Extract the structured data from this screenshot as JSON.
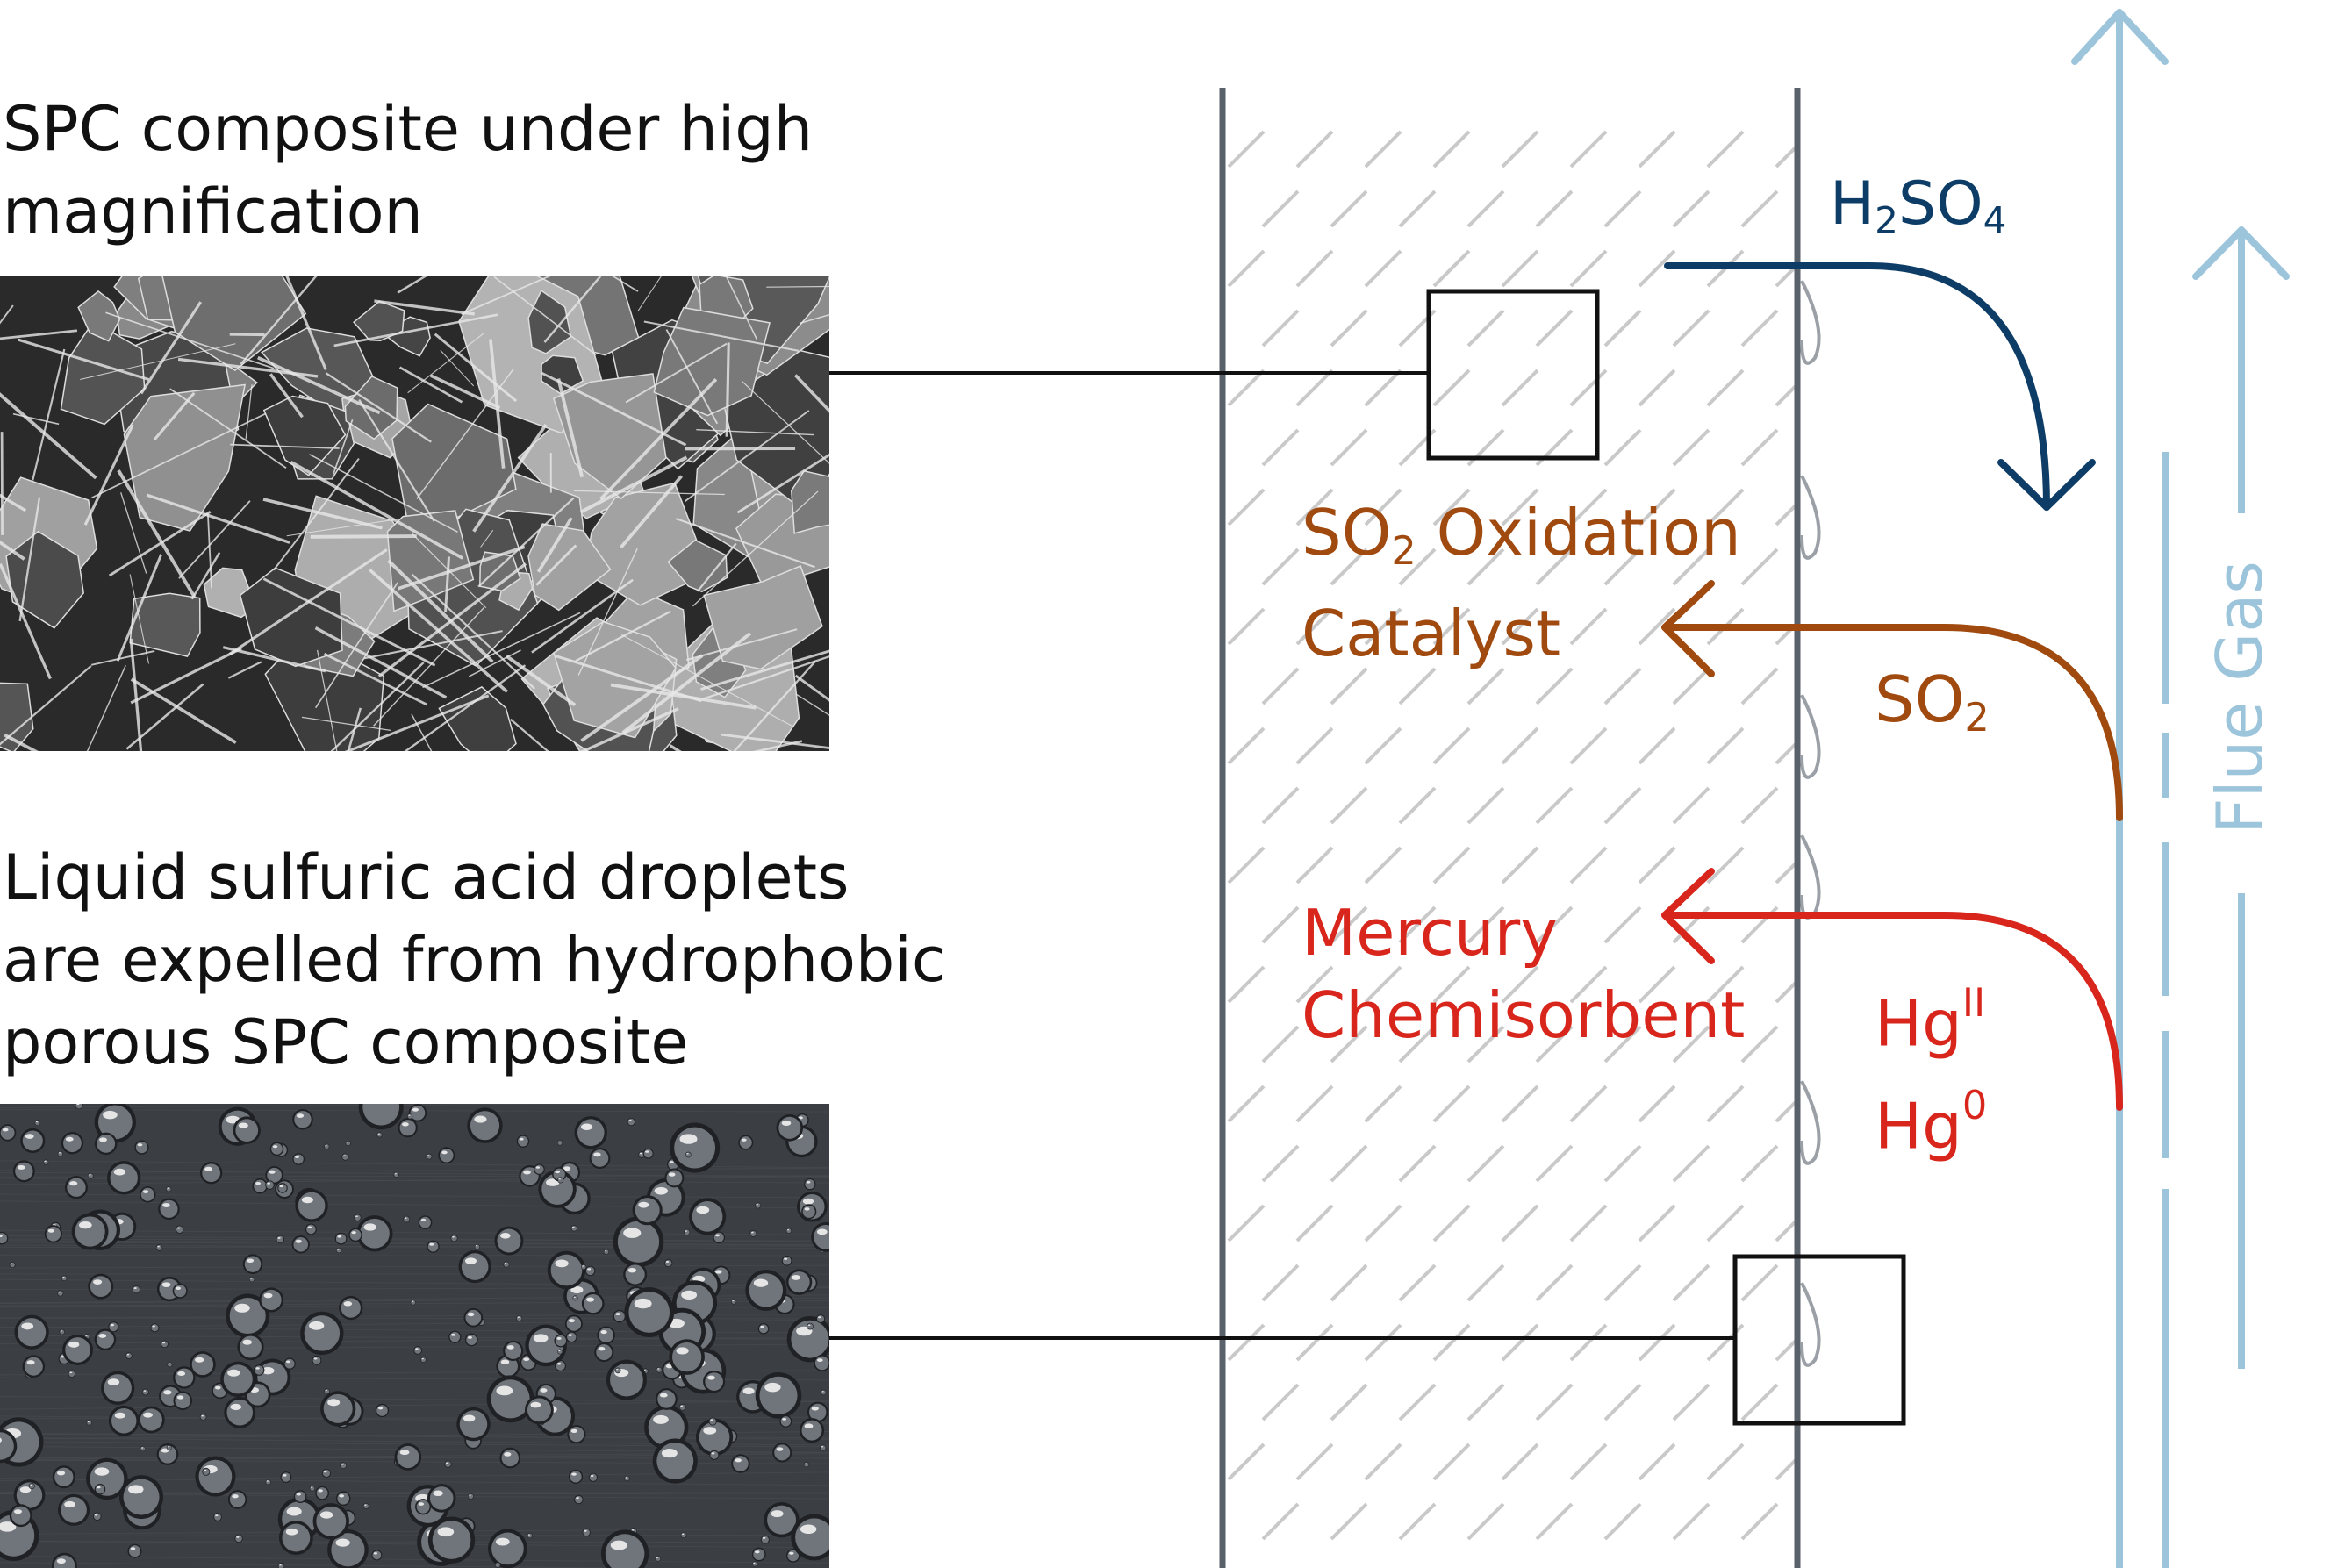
{
  "panels": {
    "top": {
      "caption_line1": "SPC composite under high",
      "caption_line2": "magnification"
    },
    "bottom": {
      "caption_line1": "Liquid sulfuric acid droplets",
      "caption_line2": "are expelled from hydrophobic",
      "caption_line3": "porous SPC composite"
    }
  },
  "labels": {
    "h2so4": {
      "a": "H",
      "b": "2",
      "c": "SO",
      "d": "4"
    },
    "so2_catalyst": {
      "a": "SO",
      "b": "2",
      "c": " Oxidation",
      "line2": "Catalyst"
    },
    "so2": {
      "a": "SO",
      "b": "2"
    },
    "mercury": {
      "line1": "Mercury",
      "line2": "Chemisorbent"
    },
    "hg": {
      "a": "Hg",
      "b": "II",
      "c": "Hg",
      "d": "0"
    },
    "flue_gas": "Flue Gas"
  },
  "colors": {
    "h2so4": "#0d3d66",
    "so2": "#a04a10",
    "mercury": "#d8261c",
    "flue_gas": "#9cc5dc",
    "wall": "#59616b",
    "droplet": "#9aa0a6"
  }
}
